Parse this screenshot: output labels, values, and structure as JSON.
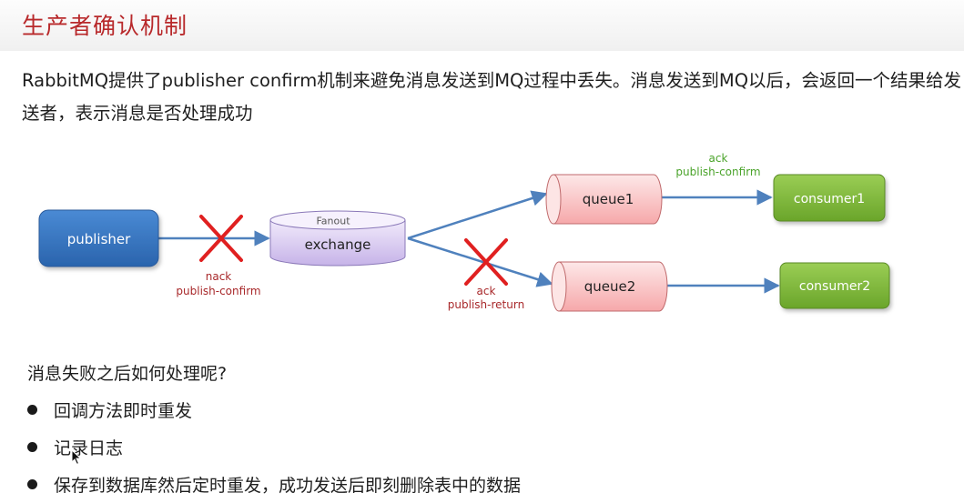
{
  "slide": {
    "title": "生产者确认机制",
    "intro": "RabbitMQ提供了publisher confirm机制来避免消息发送到MQ过程中丢失。消息发送到MQ以后，会返回一个结果给发送者，表示消息是否处理成功",
    "question": "消息失败之后如何处理呢?",
    "solutions": [
      "回调方法即时重发",
      "记录日志",
      "保存到数据库然后定时重发，成功发送后即刻删除表中的数据"
    ]
  },
  "diagram": {
    "publisher": "publisher",
    "exchange_type": "Fanout",
    "exchange": "exchange",
    "queue1": "queue1",
    "queue2": "queue2",
    "consumer1": "consumer1",
    "consumer2": "consumer2",
    "nack_label": "nack",
    "nack_sub": "publish-confirm",
    "ack_return_label": "ack",
    "ack_return_sub": "publish-return",
    "ack_confirm_label": "ack",
    "ack_confirm_sub": "publish-confirm"
  },
  "colors": {
    "title": "#b8292b",
    "arrow": "#4f81bd",
    "cross": "#e02020",
    "nack_text": "#a8282a",
    "ack_confirm_text": "#4aa32a"
  },
  "icons": {
    "cursor": "mouse-pointer-icon",
    "cross": "cross-icon"
  }
}
